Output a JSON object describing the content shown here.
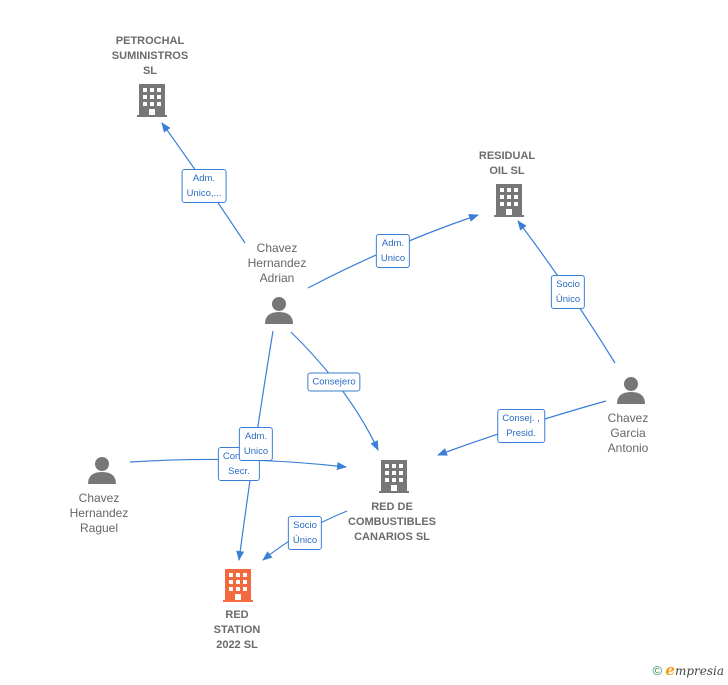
{
  "colors": {
    "edge": "#3a7fd5",
    "company_icon": "#777777",
    "focus_company_icon": "#f26a3d",
    "person_icon": "#777777"
  },
  "nodes": {
    "petrochal": {
      "label": "PETROCHAL\nSUMINISTROS\nSL",
      "icon": "building-icon"
    },
    "residual": {
      "label": "RESIDUAL\nOIL  SL",
      "icon": "building-icon"
    },
    "chavez_adrian": {
      "label": "Chavez\nHernandez\nAdrian",
      "icon": "person-icon"
    },
    "chavez_antonio": {
      "label": "Chavez\nGarcia\nAntonio",
      "icon": "person-icon"
    },
    "chavez_raguel": {
      "label": "Chavez\nHernandez\nRaguel",
      "icon": "person-icon"
    },
    "red_combustibles": {
      "label": "RED DE\nCOMBUSTIBLES\nCANARIOS SL",
      "icon": "building-icon"
    },
    "red_station": {
      "label": "RED\nSTATION\n2022  SL",
      "icon": "building-icon"
    }
  },
  "edges": {
    "adrian_petrochal": "Adm.\nUnico,...",
    "adrian_residual": "Adm.\nUnico",
    "antonio_residual": "Socio\nÚnico",
    "adrian_combustibles": "Consejero",
    "antonio_combustibles": "Consej. ,\nPresid.",
    "raguel_combustibles": "Consej.\nSecr.",
    "adrian_station": "Adm.\nUnico",
    "combustibles_station": "Socio\nÚnico"
  },
  "footer": {
    "copyright": "©",
    "brand_initial": "e",
    "brand_rest": "mpresia"
  }
}
